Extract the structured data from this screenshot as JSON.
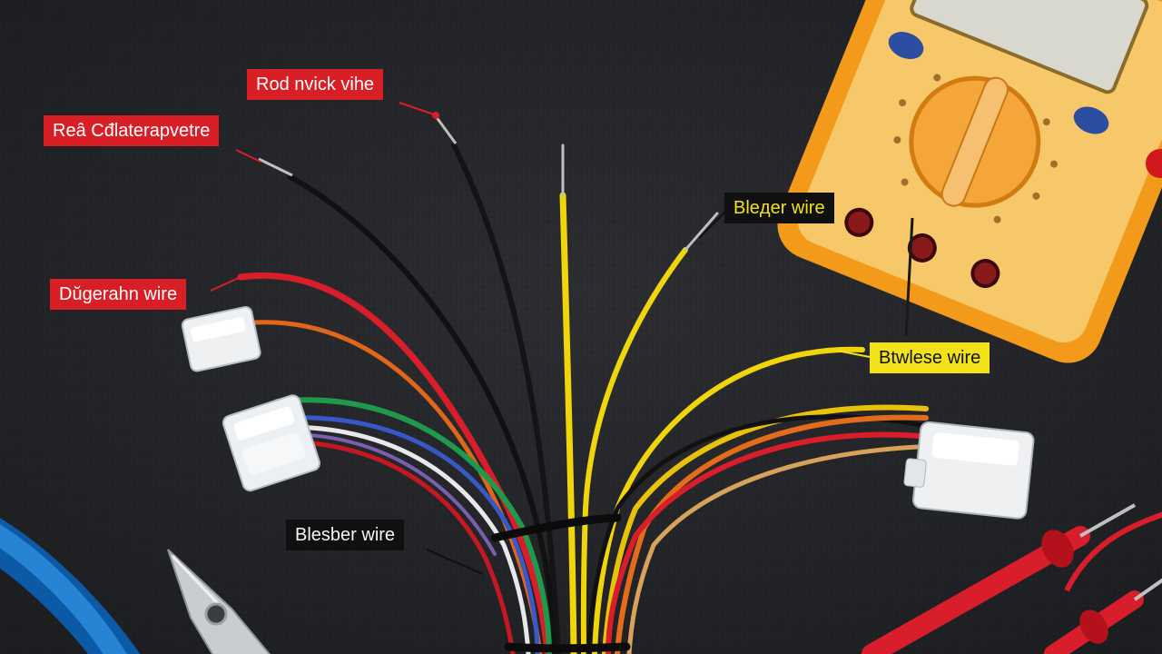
{
  "labels": {
    "red_nvick_wire": "Rod nvick vihe",
    "red_cdaterapvetre": "Reâ Cđlaterapvetre",
    "dugerahn_wire": "Dŭgerahn wire",
    "bleger_wire": "Bleдer wire",
    "bitwlese_wire": "Btwlese wire",
    "blesber_wire": "Blesber wire"
  },
  "colors": {
    "background": "#2b2d31",
    "label_red": "#d91f26",
    "label_yellow": "#f2e21a",
    "label_black": "#101010",
    "multimeter_body": "#f39a1a",
    "multimeter_face": "#f7c86a"
  },
  "objects": [
    "wire-bundle",
    "multimeter",
    "white-connector",
    "pliers",
    "test-probe",
    "blue-cable"
  ]
}
